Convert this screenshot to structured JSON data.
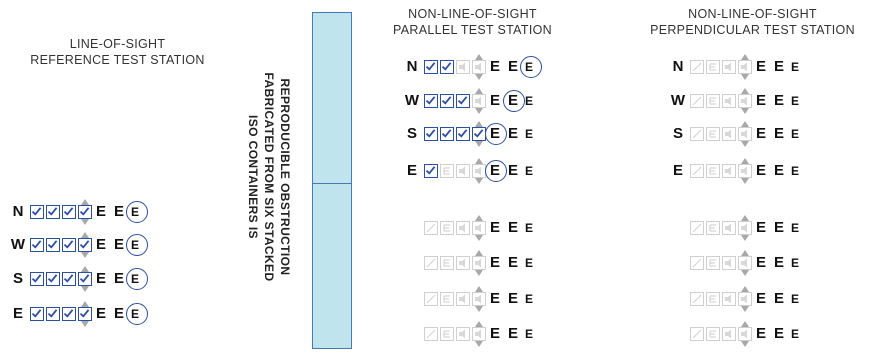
{
  "titles": {
    "los": [
      "LINE-OF-SIGHT",
      "REFERENCE TEST STATION"
    ],
    "parallel": [
      "NON-LINE-OF-SIGHT",
      "PARALLEL TEST STATION"
    ],
    "perpendicular": [
      "NON-LINE-OF-SIGHT",
      "PERPENDICULAR TEST STATION"
    ]
  },
  "obstruction_label": [
    "REPRODUCIBLE OBSTRUCTION",
    "FABRICATED FROM SIX STACKED",
    "ISO CONTAINERS IS"
  ],
  "colors": {
    "accent_blue": "#2b4ea6",
    "container_fill": "#bfe4ee",
    "container_border": "#4a78b0",
    "inactive_gray": "#cfcfcf"
  },
  "e_glyph": "E",
  "stations": [
    {
      "id": "los",
      "rows": [
        {
          "letter": "N",
          "checks": 4,
          "circled": 2
        },
        {
          "letter": "W",
          "checks": 4,
          "circled": 2
        },
        {
          "letter": "S",
          "checks": 4,
          "circled": 2
        },
        {
          "letter": "E",
          "checks": 4,
          "circled": 2
        }
      ]
    },
    {
      "id": "parallel",
      "rows": [
        {
          "letter": "N",
          "checks": 2,
          "circled": 2
        },
        {
          "letter": "W",
          "checks": 3,
          "circled": 1
        },
        {
          "letter": "S",
          "checks": 4,
          "circled": 0
        },
        {
          "letter": "E",
          "checks": 1,
          "circled": 0
        },
        {
          "letter": "",
          "checks": 0,
          "circled": -1
        },
        {
          "letter": "",
          "checks": 0,
          "circled": -1
        },
        {
          "letter": "",
          "checks": 0,
          "circled": -1
        },
        {
          "letter": "",
          "checks": 0,
          "circled": -1
        }
      ]
    },
    {
      "id": "perpendicular",
      "rows": [
        {
          "letter": "N",
          "checks": 0,
          "circled": -1
        },
        {
          "letter": "W",
          "checks": 0,
          "circled": -1
        },
        {
          "letter": "S",
          "checks": 0,
          "circled": -1
        },
        {
          "letter": "E",
          "checks": 0,
          "circled": -1
        },
        {
          "letter": "",
          "checks": 0,
          "circled": -1
        },
        {
          "letter": "",
          "checks": 0,
          "circled": -1
        },
        {
          "letter": "",
          "checks": 0,
          "circled": -1
        },
        {
          "letter": "",
          "checks": 0,
          "circled": -1
        }
      ]
    }
  ]
}
